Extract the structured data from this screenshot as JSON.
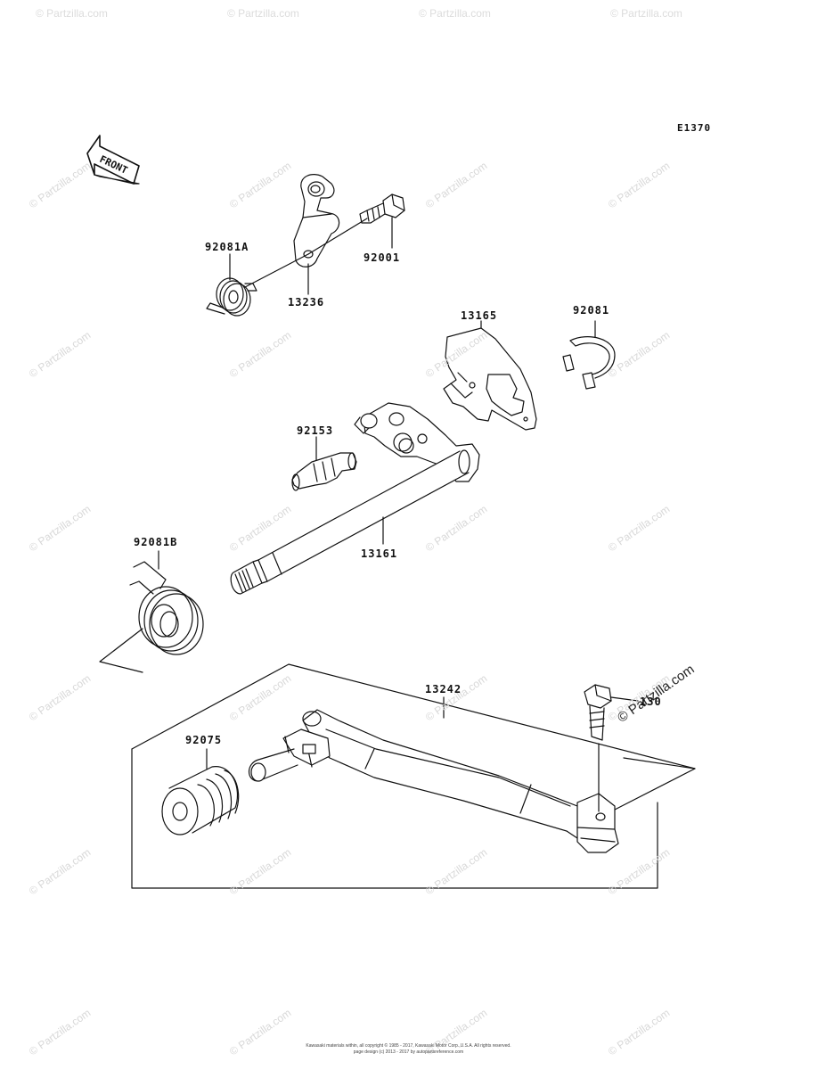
{
  "diagram_code": "E1370",
  "front_label": "FRONT",
  "parts": [
    {
      "id": "92081A",
      "label": "92081A"
    },
    {
      "id": "13236",
      "label": "13236"
    },
    {
      "id": "92001",
      "label": "92001"
    },
    {
      "id": "13165",
      "label": "13165"
    },
    {
      "id": "92081",
      "label": "92081"
    },
    {
      "id": "92153",
      "label": "92153"
    },
    {
      "id": "13161",
      "label": "13161"
    },
    {
      "id": "92081B",
      "label": "92081B"
    },
    {
      "id": "13242",
      "label": "13242"
    },
    {
      "id": "130",
      "label": "130"
    },
    {
      "id": "92075",
      "label": "92075"
    }
  ],
  "watermark": {
    "text": "© Partzilla.com",
    "strong_text": "© Partzilla.com"
  },
  "copyright": {
    "line1": "Kawasaki materials within, all copyright © 1985 - 2017, Kawasaki Motor Corp.,U.S.A. All rights reserved.",
    "line2": "page design (c) 2013 - 2017 by autopartsreference.com"
  },
  "colors": {
    "line": "#111111",
    "watermark": "#d8d8d8",
    "background": "#ffffff"
  }
}
